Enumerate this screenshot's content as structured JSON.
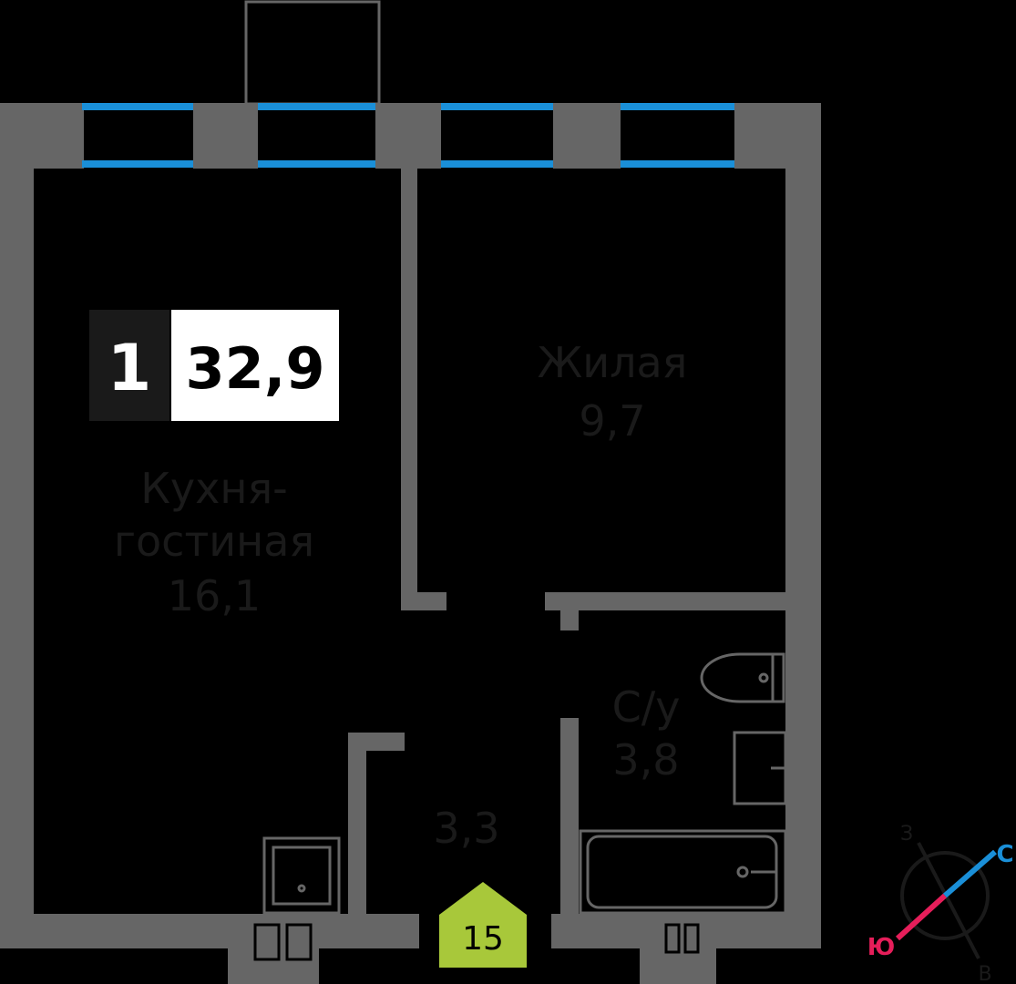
{
  "badge": {
    "rooms": "1",
    "area": "32,9"
  },
  "rooms": {
    "kitchen": {
      "label_line1": "Кухня-",
      "label_line2": "гостиная",
      "area": "16,1"
    },
    "living": {
      "label": "Жилая",
      "area": "9,7"
    },
    "bath": {
      "label": "С/у",
      "area": "3,8"
    },
    "hall": {
      "area": "3,3"
    }
  },
  "entrance": {
    "number": "15"
  },
  "compass": {
    "west": "З",
    "north": "С",
    "south": "Ю",
    "east": "В"
  },
  "colors": {
    "wall": "#666666",
    "window": "#1a8fd8",
    "label": "#1a1a1a",
    "entrance": "#a8c83a",
    "compass_south": "#e61e5a",
    "compass_north": "#1a8fd8"
  }
}
